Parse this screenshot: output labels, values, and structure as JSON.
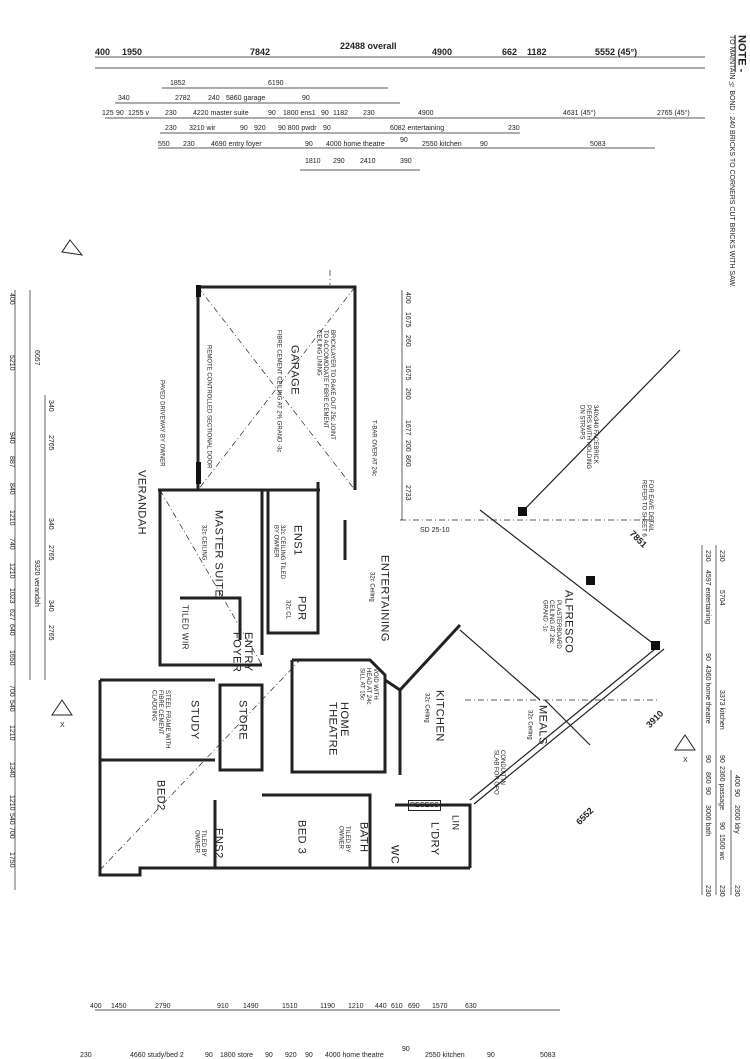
{
  "note": {
    "title": "NOTE -",
    "text": "TO MAINTAIN ½ BOND : 240 BRICKS TO CORNERS CUT BRICKS WITH SAW."
  },
  "top_dimensions": {
    "overall": "22488 overall",
    "row1": [
      "400",
      "1950",
      "7842",
      "4900",
      "662",
      "1182",
      "5552 (45°)"
    ],
    "row2": [
      "1852",
      "6190"
    ],
    "row3": [
      "340",
      "2782",
      "240",
      "5860 garage",
      "90"
    ],
    "row4": [
      "125",
      "90",
      "1255 v",
      "230",
      "4220 master suite",
      "90",
      "1800 ens1",
      "90",
      "1182",
      "230",
      "4900",
      "4631 (45°)",
      "2765 (45°)"
    ],
    "row5": [
      "230",
      "3210 wir",
      "90",
      "920",
      "90 800 pwdr",
      "90",
      "6082 entertaining",
      "230"
    ],
    "row6": [
      "550",
      "230",
      "4690 entry foyer",
      "90",
      "4000 home theatre",
      "90",
      "2550 kitchen",
      "90",
      "5083"
    ],
    "row7": [
      "1810",
      "290",
      "2410",
      "390"
    ]
  },
  "left_dimensions": {
    "col1": [
      "400",
      "5210",
      "940",
      "887",
      "840",
      "1210",
      "740",
      "1210",
      "1023",
      "627",
      "640",
      "1650",
      "700",
      "540",
      "1210",
      "1340",
      "1210",
      "540",
      "700",
      "1750"
    ],
    "col2": [
      "6057",
      "9320 verandah"
    ],
    "col3": [
      "340",
      "2765",
      "340",
      "2765",
      "340",
      "2765"
    ]
  },
  "middle_dimensions": [
    "400",
    "1675",
    "260",
    "1675",
    "260",
    "1677",
    "200",
    "860",
    "2733"
  ],
  "right_dimensions": {
    "col1": [
      "230",
      "4597 entertaining",
      "90",
      "4360 home theatre",
      "90",
      "860",
      "90",
      "3000 bath",
      "230"
    ],
    "col2": [
      "230",
      "5704",
      "3373 kitchen",
      "90",
      "2360 passage",
      "90",
      "1500 wc",
      "230"
    ],
    "col3": [
      "400",
      "90",
      "2600 ldry",
      "230"
    ]
  },
  "bottom_dimensions": {
    "row1": [
      "400",
      "1450",
      "2790",
      "910",
      "1490",
      "1510",
      "1190",
      "1210",
      "440",
      "610",
      "690",
      "1570",
      "630"
    ],
    "row2": [
      "230",
      "4660 study/bed 2",
      "90",
      "1800 store",
      "90",
      "920",
      "90",
      "4000 home theatre",
      "90",
      "2550 kitchen",
      "90",
      "5083"
    ]
  },
  "rooms": {
    "garage": {
      "label": "GARAGE",
      "sub": "FIBRE CEMENT CEILING AT 2% GRAND -3c"
    },
    "master_suite": {
      "label": "MASTER SUITE",
      "sub": "32c CEILING"
    },
    "ens1": {
      "label": "ENS1",
      "sub": "32c CEILING TILED BY OWNER"
    },
    "pdr": {
      "label": "PDR",
      "sub": "32c CL"
    },
    "wir": {
      "label": "TILED WIR"
    },
    "verandah": {
      "label": "VERANDAH"
    },
    "entry_foyer": {
      "label": "ENTRY FOYER",
      "sub": "32c CEILING"
    },
    "entertaining": {
      "label": "ENTERTAINING",
      "sub": "32c Ceiling"
    },
    "alfresco": {
      "label": "ALFRESCO",
      "sub": "PLASTERBOARD CEILING AT 28c GRAND -1c"
    },
    "kitchen": {
      "label": "KITCHEN",
      "sub": "32c Ceiling"
    },
    "meals": {
      "label": "MEALS",
      "sub": "32c Ceiling"
    },
    "home_theatre": {
      "label": "HOME THEATRE"
    },
    "study": {
      "label": "STUDY"
    },
    "store": {
      "label": "STORE"
    },
    "bed2": {
      "label": "BED2"
    },
    "bed3": {
      "label": "BED 3"
    },
    "ens2": {
      "label": "ENS2",
      "sub": "TILED BY OWNER"
    },
    "bath": {
      "label": "BATH",
      "sub": "TILED BY OWNER"
    },
    "wc": {
      "label": "WC"
    },
    "ldry": {
      "label": "L'DRY"
    },
    "lin": {
      "label": "LIN"
    }
  },
  "annotations": {
    "garage_door": "REMOTE CONTROLLED SECTIONAL DOOR",
    "driveway": "PAVED DRIVEWAY BY OWNER",
    "bricklayer": "BRICKLAYER TO RAKE OUT 25c JOINT TO ACCOMODATE FIBRE CEMENT CEILING LINING",
    "tbar": "T-BAR OVER AT 24c",
    "facebrick_piers": "340x340 FACEBRICK PIERS WITH HOLDING DN STRAPS",
    "eave_detail": "FOR EAVE DETAIL REFER TO SHEET 6",
    "sd": "SD 25-10",
    "dim_7851": "7851",
    "dim_3910": "3910",
    "dim_6552": "6552",
    "recess": "RECESS",
    "steel_frame": "STEEL FRAME WITH FIBRE CEMENT CLADDING",
    "void": "VOID WITH HEAD AT 24c SILL AT 15c",
    "conduit": "CONDUIT IN SLAB FOR GPO",
    "section_marker": "X"
  }
}
